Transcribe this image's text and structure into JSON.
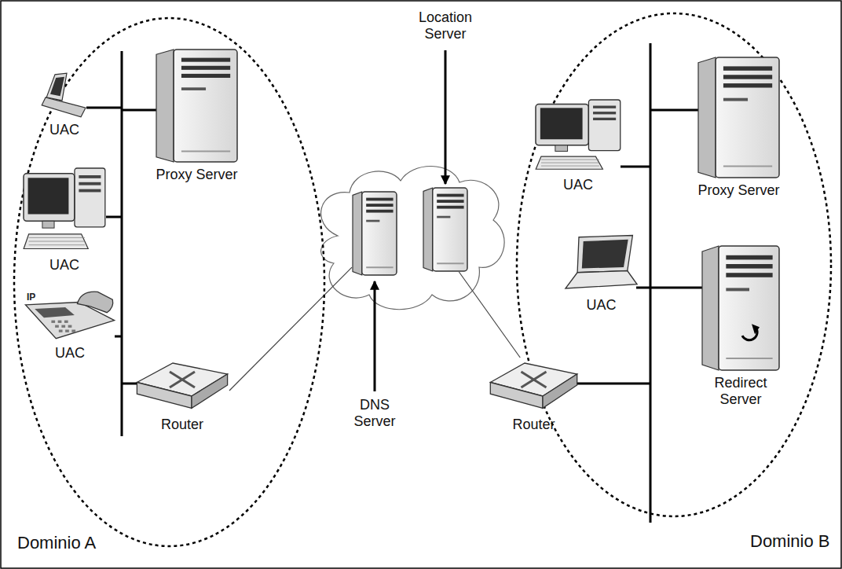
{
  "diagram": {
    "nodes": [
      {
        "text": [
          "Dominio A"
        ]
      },
      {
        "text": [
          "UAC"
        ],
        "in": 0
      },
      {
        "text": [
          "Proxy Server"
        ],
        "in": 0
      },
      {
        "text": [
          "UAC"
        ],
        "in": 0
      },
      {
        "text": [
          "UAC"
        ],
        "in": 0
      },
      {
        "text": [
          "Router"
        ],
        "in": 0
      },
      {
        "text": [
          "DNS Server"
        ]
      },
      {
        "text": [
          "Location Server"
        ]
      },
      {
        "text": [
          "Dominio B"
        ]
      },
      {
        "text": [
          "UAC"
        ],
        "in": 8
      },
      {
        "text": [
          "Proxy Server"
        ],
        "in": 8
      },
      {
        "text": [
          "UAC"
        ],
        "in": 8
      },
      {
        "text": [
          "Redirect Server"
        ],
        "in": 8
      },
      {
        "text": [
          "Router"
        ],
        "in": 8
      }
    ],
    "edges": [
      {
        "from": 5,
        "to": 6,
        "arrow": "none"
      },
      {
        "from": 13,
        "to": 7,
        "arrow": "none"
      }
    ],
    "labels": [
      "IP"
    ]
  }
}
